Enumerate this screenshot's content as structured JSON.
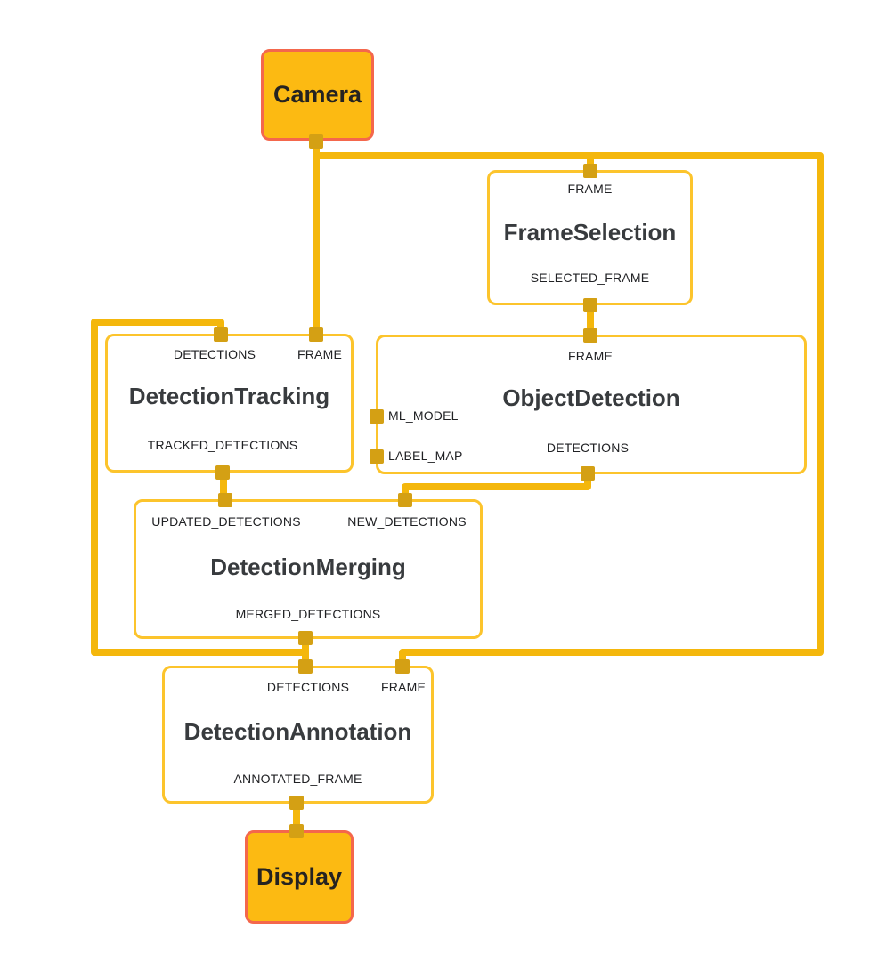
{
  "colors": {
    "background": "#ffffff",
    "edge": "#F4B70C",
    "node_border": "#FCC42C",
    "node_fill": "#ffffff",
    "port": "#D4A014",
    "terminal_fill": "#FCBA12",
    "terminal_border": "#F4674C",
    "title_text": "#383B3E",
    "label_text": "#202124"
  },
  "nodes": {
    "camera": {
      "title": "Camera",
      "type": "terminal"
    },
    "frame_selection": {
      "title": "FrameSelection",
      "inputs": {
        "frame": "FRAME"
      },
      "outputs": {
        "selected_frame": "SELECTED_FRAME"
      }
    },
    "detection_tracking": {
      "title": "DetectionTracking",
      "inputs": {
        "detections": "DETECTIONS",
        "frame": "FRAME"
      },
      "outputs": {
        "tracked_detections": "TRACKED_DETECTIONS"
      }
    },
    "object_detection": {
      "title": "ObjectDetection",
      "inputs": {
        "frame": "FRAME",
        "ml_model": "ML_MODEL",
        "label_map": "LABEL_MAP"
      },
      "outputs": {
        "detections": "DETECTIONS"
      }
    },
    "detection_merging": {
      "title": "DetectionMerging",
      "inputs": {
        "updated_detections": "UPDATED_DETECTIONS",
        "new_detections": "NEW_DETECTIONS"
      },
      "outputs": {
        "merged_detections": "MERGED_DETECTIONS"
      }
    },
    "detection_annotation": {
      "title": "DetectionAnnotation",
      "inputs": {
        "detections": "DETECTIONS",
        "frame": "FRAME"
      },
      "outputs": {
        "annotated_frame": "ANNOTATED_FRAME"
      }
    },
    "display": {
      "title": "Display",
      "type": "terminal"
    }
  },
  "edges": [
    {
      "from": "Camera",
      "from_port": "",
      "to": "DetectionTracking",
      "to_port": "FRAME"
    },
    {
      "from": "Camera",
      "from_port": "",
      "to": "FrameSelection",
      "to_port": "FRAME"
    },
    {
      "from": "Camera",
      "from_port": "",
      "to": "DetectionAnnotation",
      "to_port": "FRAME"
    },
    {
      "from": "FrameSelection",
      "from_port": "SELECTED_FRAME",
      "to": "ObjectDetection",
      "to_port": "FRAME"
    },
    {
      "from": "ObjectDetection",
      "from_port": "DETECTIONS",
      "to": "DetectionMerging",
      "to_port": "NEW_DETECTIONS"
    },
    {
      "from": "DetectionTracking",
      "from_port": "TRACKED_DETECTIONS",
      "to": "DetectionMerging",
      "to_port": "UPDATED_DETECTIONS"
    },
    {
      "from": "DetectionMerging",
      "from_port": "MERGED_DETECTIONS",
      "to": "DetectionAnnotation",
      "to_port": "DETECTIONS"
    },
    {
      "from": "DetectionMerging",
      "from_port": "MERGED_DETECTIONS",
      "to": "DetectionTracking",
      "to_port": "DETECTIONS"
    },
    {
      "from": "DetectionAnnotation",
      "from_port": "ANNOTATED_FRAME",
      "to": "Display",
      "to_port": ""
    }
  ]
}
